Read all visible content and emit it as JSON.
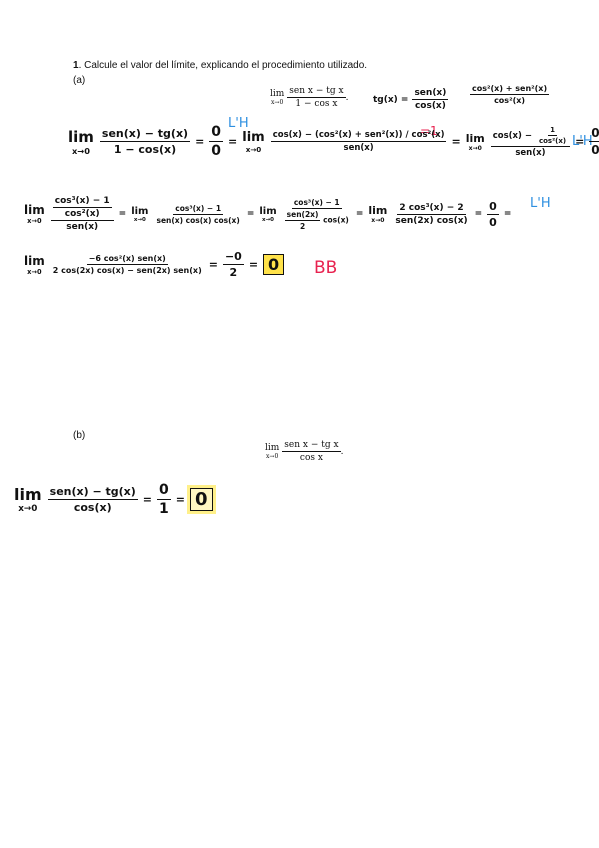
{
  "problem": {
    "number": "1",
    "instruction": ". Calcule el valor del límite, explicando el procedimiento utilizado."
  },
  "part_a": {
    "label": "(a)",
    "limit_word": "lim",
    "limit_sub": "x→0",
    "printed_num": "sen x − tg x",
    "printed_den": "1 − cos x",
    "printed_end": ".",
    "note_tg": "tg(x) =",
    "note_tg_num": "sen(x)",
    "note_tg_den": "cos(x)",
    "note_sum_num": "cos²(x) + sen²(x)",
    "note_sum_den": "cos²(x)",
    "lhopital_1": "L'H",
    "lhopital_2": "L'H",
    "lhopital_3": "L'H",
    "red_note": "=1",
    "red_mark": "BB",
    "row1": {
      "lim": "lim",
      "sub": "x→0",
      "num": "sen(x) − tg(x)",
      "den": "1 − cos(x)",
      "eq1": "=",
      "zero_num": "0",
      "zero_den": "0",
      "eq2": "=",
      "lim2": "lim",
      "sub2": "x→0",
      "num2": "cos(x) − (cos²(x) + sen²(x)) / cos²(x)",
      "den2": "sen(x)",
      "eq3": "=",
      "lim3": "lim",
      "sub3": "x→0",
      "num3a": "cos(x) −",
      "num3b_num": "1",
      "num3b_den": "cos²(x)",
      "den3": "sen(x)",
      "eq4": "=",
      "res_num": "0",
      "res_den": "0"
    },
    "row2": {
      "lim": "lim",
      "sub": "x→0",
      "num_num": "cos³(x) − 1",
      "num_den": "cos²(x)",
      "den": "sen(x)",
      "eq1": "=",
      "lim2": "lim",
      "sub2": "x→0",
      "num2": "cos³(x) − 1",
      "den2": "sen(x) cos(x) cos(x)",
      "eq2": "=",
      "lim3": "lim",
      "sub3": "x→0",
      "num3": "cos³(x) − 1",
      "den3_num": "sen(2x)",
      "den3_den": "2",
      "den3_tail": "cos(x)",
      "eq3": "=",
      "lim4": "lim",
      "sub4": "x→0",
      "num4": "2 cos³(x) − 2",
      "den4": "sen(2x) cos(x)",
      "eq4": "=",
      "res_num": "0",
      "res_den": "0",
      "eq5": "="
    },
    "row3": {
      "lim": "lim",
      "sub": "x→0",
      "num": "−6 cos²(x) sen(x)",
      "den": "2 cos(2x) cos(x) − sen(2x) sen(x)",
      "eq1": "=",
      "res_num": "−0",
      "res_den": "2",
      "eq2": "=",
      "answer": "0"
    }
  },
  "part_b": {
    "label": "(b)",
    "limit_word": "lim",
    "limit_sub": "x→0",
    "printed_num": "sen x − tg x",
    "printed_den": "cos x",
    "printed_end": ".",
    "row": {
      "lim": "lim",
      "sub": "x→0",
      "num": "sen(x) − tg(x)",
      "den": "cos(x)",
      "eq1": "=",
      "res_num": "0",
      "res_den": "1",
      "eq2": "=",
      "answer": "0"
    }
  },
  "colors": {
    "ink": "#111111",
    "blue": "#2d8fe0",
    "red": "#e8224f",
    "highlight": "#ffe24a"
  }
}
